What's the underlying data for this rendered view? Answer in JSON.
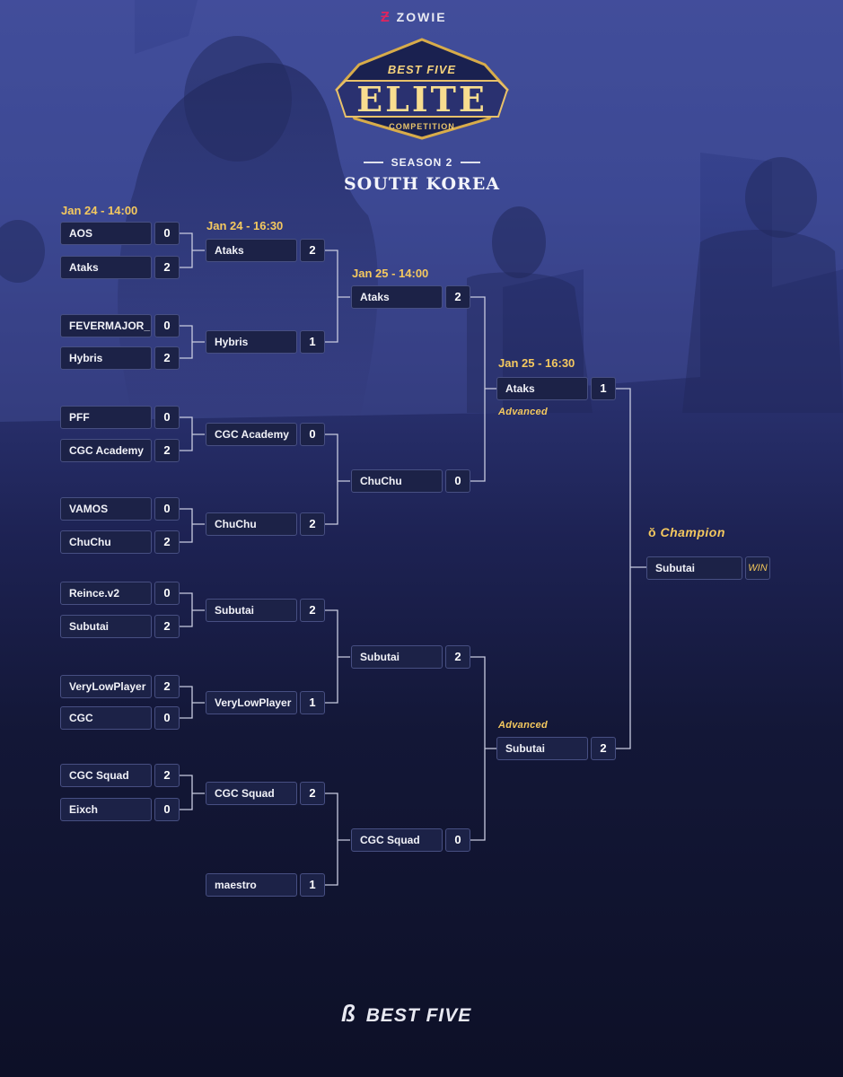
{
  "header": {
    "sponsor": "ZOWIE",
    "logo_top": "BEST FIVE",
    "logo_main": "ELITE",
    "logo_sub": "COMPETITION",
    "season": "SEASON 2",
    "region": "SOUTH KOREA"
  },
  "dates": {
    "r1": "Jan 24 - 14:00",
    "r2": "Jan 24 - 16:30",
    "r3": "Jan 25 - 14:00",
    "r4": "Jan 25 - 16:30"
  },
  "round1": [
    {
      "team": "AOS",
      "score": "0"
    },
    {
      "team": "Ataks",
      "score": "2"
    },
    {
      "team": "FEVERMAJOR_",
      "score": "0"
    },
    {
      "team": "Hybris",
      "score": "2"
    },
    {
      "team": "PFF",
      "score": "0"
    },
    {
      "team": "CGC Academy",
      "score": "2"
    },
    {
      "team": "VAMOS",
      "score": "0"
    },
    {
      "team": "ChuChu",
      "score": "2"
    },
    {
      "team": "Reince.v2",
      "score": "0"
    },
    {
      "team": "Subutai",
      "score": "2"
    },
    {
      "team": "VeryLowPlayer",
      "score": "2"
    },
    {
      "team": "CGC",
      "score": "0"
    },
    {
      "team": "CGC Squad",
      "score": "2"
    },
    {
      "team": "Eixch",
      "score": "0"
    }
  ],
  "round2": [
    {
      "team": "Ataks",
      "score": "2"
    },
    {
      "team": "Hybris",
      "score": "1"
    },
    {
      "team": "CGC Academy",
      "score": "0"
    },
    {
      "team": "ChuChu",
      "score": "2"
    },
    {
      "team": "Subutai",
      "score": "2"
    },
    {
      "team": "VeryLowPlayer",
      "score": "1"
    },
    {
      "team": "CGC Squad",
      "score": "2"
    },
    {
      "team": "maestro",
      "score": "1"
    }
  ],
  "round3": [
    {
      "team": "Ataks",
      "score": "2"
    },
    {
      "team": "ChuChu",
      "score": "0"
    },
    {
      "team": "Subutai",
      "score": "2"
    },
    {
      "team": "CGC Squad",
      "score": "0"
    }
  ],
  "round4": [
    {
      "team": "Ataks",
      "score": "1",
      "label": "Advanced"
    },
    {
      "team": "Subutai",
      "score": "2",
      "label": "Advanced"
    }
  ],
  "champion": {
    "title": "Champion",
    "team": "Subutai",
    "result": "WIN"
  },
  "footer": {
    "brand": "BEST FIVE"
  },
  "colors": {
    "accent": "#f5c95f",
    "box": "#1c2247",
    "border": "#474f82",
    "zowie": "#e0245e"
  }
}
